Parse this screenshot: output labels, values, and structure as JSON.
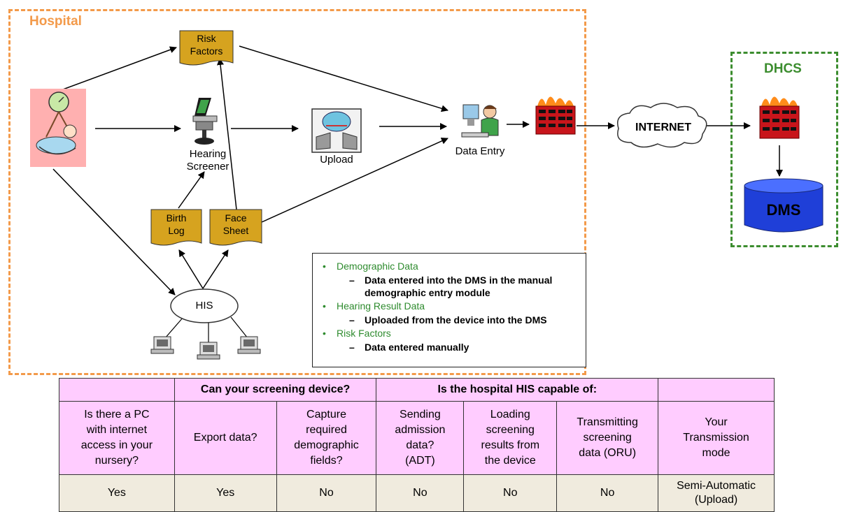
{
  "diagram": {
    "hospital_label": "Hospital",
    "dhcs_label": "DHCS",
    "nodes": {
      "risk_factors": "Risk\nFactors",
      "hearing_screener": "Hearing\nScreener",
      "upload": "Upload",
      "data_entry": "Data Entry",
      "internet": "INTERNET",
      "dms": "DMS",
      "birth_log": "Birth\nLog",
      "face_sheet": "Face\nSheet",
      "his": "HIS"
    },
    "colors": {
      "hospital_border": "#f39a4a",
      "dhcs_border": "#3c8d2f",
      "document_fill": "#d6a31f",
      "dms_fill": "#1f3fd8",
      "firewall_fill": "#c8151b",
      "legend_category": "#2e8b2e"
    },
    "icons": [
      "baby-scale-icon",
      "hearing-screener-icon",
      "upload-icon",
      "data-entry-person-icon",
      "firewall-icon",
      "cloud-icon",
      "database-icon",
      "computer-terminal-icon"
    ]
  },
  "legend": {
    "items": [
      {
        "category": "Demographic Data",
        "detail": "Data entered into the DMS in the manual demographic entry module"
      },
      {
        "category": "Hearing Result Data",
        "detail": "Uploaded from the device into the DMS"
      },
      {
        "category": "Risk Factors",
        "detail": "Data entered manually"
      }
    ]
  },
  "table": {
    "group_headers": {
      "screening_device": "Can your screening device?",
      "his_capable": "Is the hospital HIS capable of:"
    },
    "questions": [
      "Is there a PC\nwith internet\naccess in your\nnursery?",
      "Export data?",
      "Capture\nrequired\ndemographic\nfields?",
      "Sending\nadmission\ndata?\n(ADT)",
      "Loading\nscreening\nresults from\nthe device",
      "Transmitting\nscreening\ndata (ORU)",
      "Your\nTransmission\nmode"
    ],
    "answers": [
      "Yes",
      "Yes",
      "No",
      "No",
      "No",
      "No",
      "Semi-Automatic\n(Upload)"
    ]
  }
}
